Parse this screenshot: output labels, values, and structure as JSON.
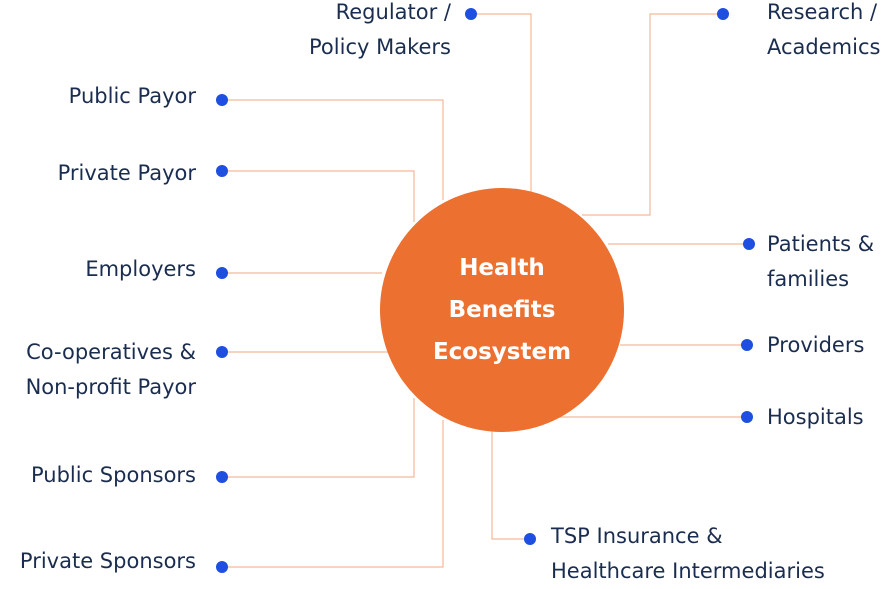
{
  "hub": {
    "title_lines": [
      "Health",
      "Benefits",
      "Ecosystem"
    ]
  },
  "stakeholders": {
    "regulator": {
      "lines": [
        "Regulator /",
        "Policy Makers"
      ]
    },
    "research": {
      "lines": [
        "Research /",
        "Academics"
      ]
    },
    "public_payor": {
      "lines": [
        "Public Payor"
      ]
    },
    "private_payor": {
      "lines": [
        "Private Payor"
      ]
    },
    "employers": {
      "lines": [
        "Employers"
      ]
    },
    "coops": {
      "lines": [
        "Co-operatives &",
        "Non-profit Payor"
      ]
    },
    "public_sponsors": {
      "lines": [
        "Public Sponsors"
      ]
    },
    "private_sponsors": {
      "lines": [
        "Private Sponsors"
      ]
    },
    "patients": {
      "lines": [
        "Patients &",
        "families"
      ]
    },
    "providers": {
      "lines": [
        "Providers"
      ]
    },
    "hospitals": {
      "lines": [
        "Hospitals"
      ]
    },
    "tsp": {
      "lines": [
        "TSP Insurance &",
        "Healthcare Intermediaries"
      ]
    }
  },
  "colors": {
    "hub_fill": "#ec7030",
    "hub_text": "#ffffff",
    "connector": "#f2b99a",
    "dot": "#1f4fe0",
    "label_text": "#1b2d4f"
  }
}
